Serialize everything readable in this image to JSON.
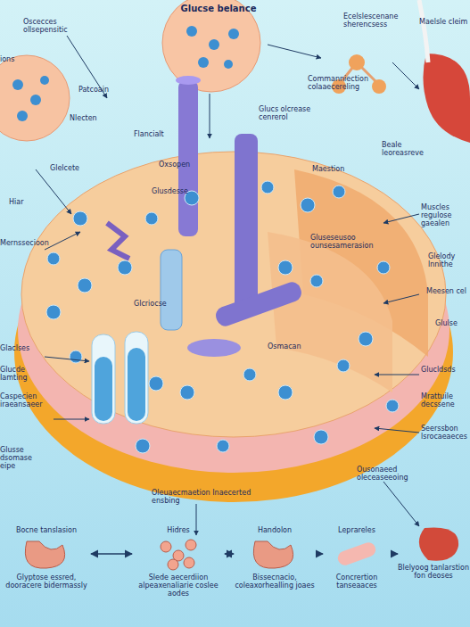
{
  "diagram": {
    "title": "Glucse belance",
    "nodes": [
      {
        "text": [
          "Bocne tanslasion",
          "Glyptose essred, dooracere bidermassly"
        ]
      },
      {
        "text": [
          "Hidres",
          "Slede aecerdiion alpeaxenaliarie coslee aodes"
        ]
      },
      {
        "text": [
          "Handolon",
          "Bissecnacio, coleaxorhealling joaes"
        ]
      },
      {
        "text": [
          "Leprareles",
          "Concrertion tanseaaces"
        ]
      },
      {
        "text": [
          "Blelyoog tanlarstion fon deoses"
        ]
      }
    ],
    "edges": [
      {
        "from": 0,
        "to": 1,
        "arrow": "both"
      },
      {
        "from": 1,
        "to": 2,
        "arrow": "both"
      },
      {
        "from": 2,
        "to": 3,
        "arrow": "to"
      },
      {
        "from": 3,
        "to": 4,
        "arrow": "to"
      }
    ],
    "labels": [
      "Oscecces ollsepensitic",
      "ions",
      "Ecelslescenane sherencsess",
      "Maelsle cleim",
      "Patcoain",
      "Nlecten",
      "Flancialt",
      "Glucs olcrease cenrerol",
      "Commanniection colaaecereling",
      "Glelcete",
      "Hiar",
      "Oxsopen",
      "Glusdesse",
      "Maestion",
      "Beale leoreasreve",
      "Muscles regulose gaealen",
      "Mernssecioon",
      "Gluseseusoo ounsesamerasion",
      "Glelody lnnithe",
      "Glcriocse",
      "Meesen cel",
      "Glaclses",
      "Osmacan",
      "Glulse",
      "Glucde Iamting",
      "Glucldsds",
      "Caspecien iraeansaeer",
      "Mrattuile decssene",
      "Glusse dsomase eipe",
      "Seerssbon lsrocaeaeces",
      "Oleuaecmaetion Inaecerted ensbing",
      "Ousonaeed oleceaseeoing"
    ]
  }
}
